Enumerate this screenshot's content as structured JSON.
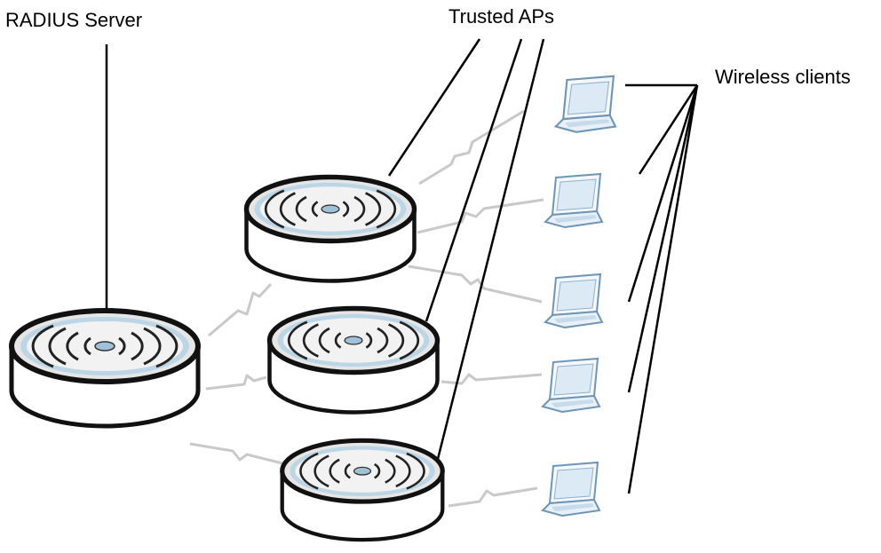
{
  "labels": {
    "radius_server": "RADIUS Server",
    "trusted_aps": "Trusted APs",
    "wireless_clients": "Wireless clients"
  },
  "colors": {
    "device_top": "#e8e8e8",
    "device_ring": "#b9d6e8",
    "device_dark": "#2a2a2a",
    "link": "#c9c9c9",
    "laptop_outline": "#6e95b6",
    "laptop_fill": "#dceaf6"
  },
  "icons": [
    "access-point-icon",
    "laptop-icon",
    "wireless-link-icon"
  ]
}
